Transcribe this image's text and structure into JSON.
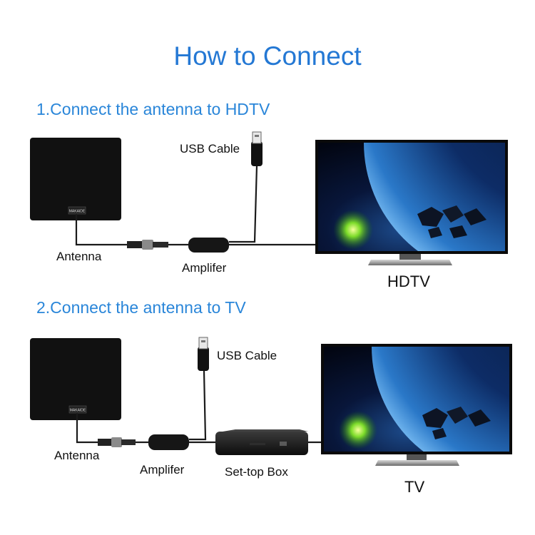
{
  "title": "How to Connect",
  "sections": [
    {
      "heading": "1.Connect the antenna to HDTV",
      "labels": {
        "usb": "USB Cable",
        "antenna": "Antenna",
        "amplifier": "Amplifer",
        "tv": "HDTV"
      },
      "antenna_logo": "MAKAIDE"
    },
    {
      "heading": "2.Connect the antenna to TV",
      "labels": {
        "usb": "USB Cable",
        "antenna": "Antenna",
        "amplifier": "Amplifer",
        "stb": "Set-top Box",
        "tv": "TV"
      },
      "antenna_logo": "MAKAIDE"
    }
  ]
}
